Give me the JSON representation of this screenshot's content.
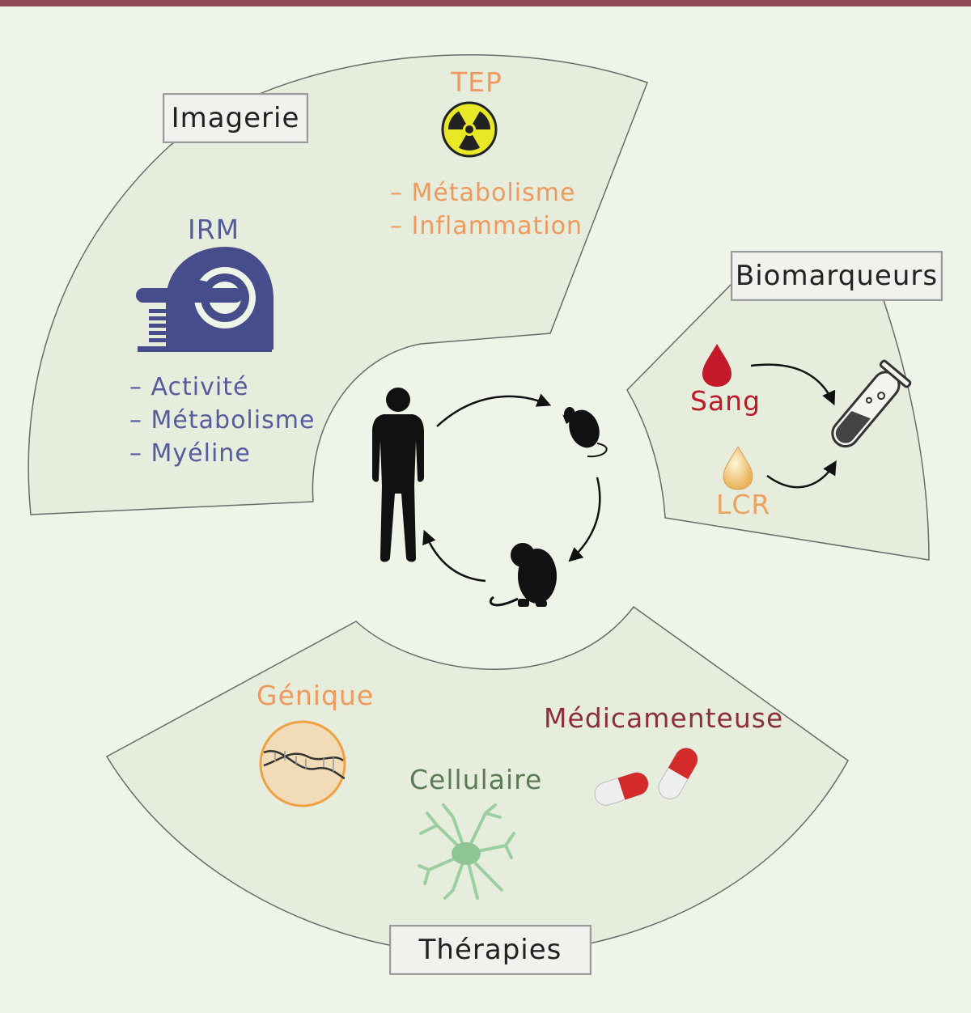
{
  "imaging": {
    "title": "Imagerie",
    "pet": {
      "label": "TEP",
      "items": [
        "Métabolisme",
        "Inflammation"
      ]
    },
    "mri": {
      "label": "IRM",
      "items": [
        "Activité",
        "Métabolisme",
        "Myéline"
      ]
    }
  },
  "biomarkers": {
    "title": "Biomarqueurs",
    "blood": "Sang",
    "csf": "LCR"
  },
  "therapies": {
    "title": "Thérapies",
    "gene": "Génique",
    "cell": "Cellulaire",
    "drug": "Médicamenteuse"
  },
  "colors": {
    "top_bar": "#8f4a59",
    "background": "#eef5e8",
    "panel": "#e6eddd",
    "pet": "#ef9a5c",
    "mri": "#555c9c",
    "blood": "#c01828",
    "csf": "#eda35f",
    "cell": "#5b7b55",
    "drug": "#8c2f3a"
  },
  "icons": [
    "radiation-icon",
    "mri-scanner-icon",
    "human-icon",
    "mouse-icon",
    "monkey-icon",
    "blood-drop-icon",
    "csf-drop-icon",
    "test-tube-icon",
    "dna-icon",
    "microglia-cell-icon",
    "capsule-icon"
  ]
}
